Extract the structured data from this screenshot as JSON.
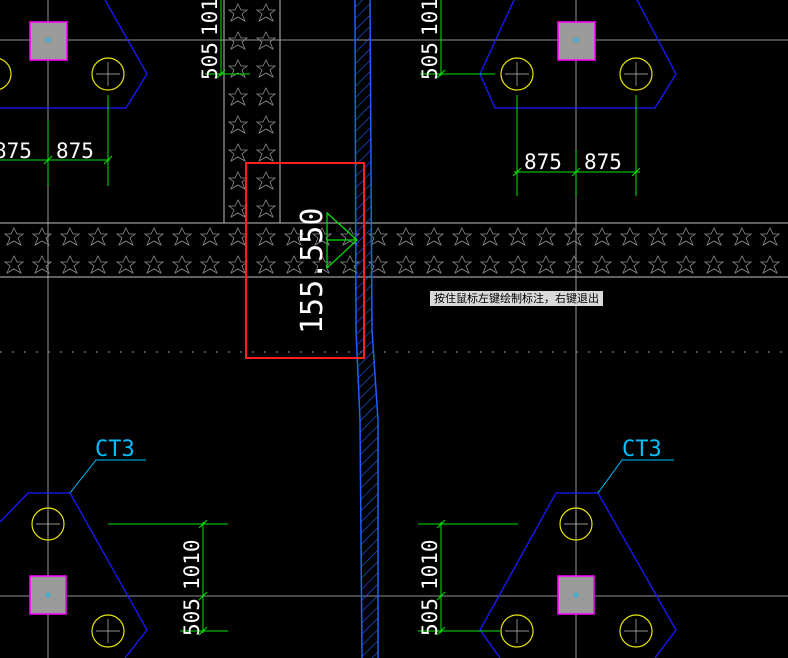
{
  "tooltip": "按住鼠标左键绘制标注，右键退出",
  "labels": {
    "cap_label": "CT3",
    "dim_875": "875",
    "dim_505": "505",
    "dim_1010": "1010",
    "dim_101": "101",
    "elevation": "155.550"
  },
  "colors": {
    "background": "#000000",
    "grid_line": "#bfbfbf",
    "cap_outline": "#1a1aff",
    "pile_circle": "#e6e600",
    "column_fill": "#9a9a9a",
    "column_border": "#ff00ff",
    "dimension": "#00e600",
    "label": "#00bfff",
    "hatch": "#1f5fff",
    "highlight": "#ff2020",
    "text": "#ffffff"
  }
}
